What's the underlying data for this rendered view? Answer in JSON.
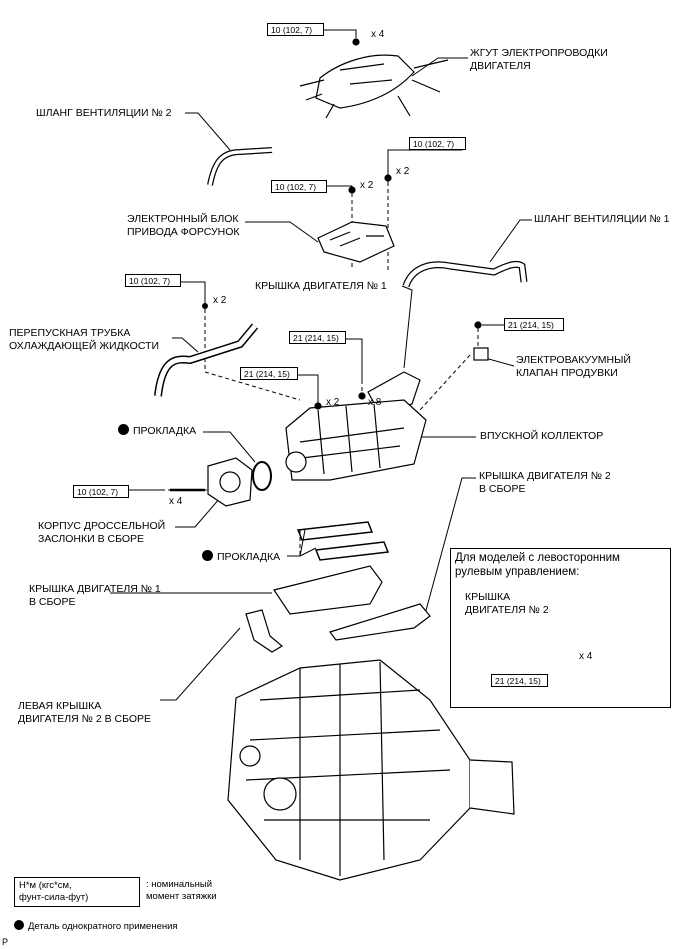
{
  "labels": {
    "harness": "ЖГУТ ЭЛЕКТРОПРОВОДКИ\nДВИГАТЕЛЯ",
    "vent_hose_2": "ШЛАНГ ВЕНТИЛЯЦИИ № 2",
    "injector_driver": "ЭЛЕКТРОННЫЙ БЛОК\nПРИВОДА ФОРСУНОК",
    "vent_hose_1": "ШЛАНГ ВЕНТИЛЯЦИИ № 1",
    "engine_cover_1": "КРЫШКА ДВИГАТЕЛЯ № 1",
    "bypass_pipe": "ПЕРЕПУСКНАЯ ТРУБКА\nОХЛАЖДАЮЩЕЙ ЖИДКОСТИ",
    "purge_vsv": "ЭЛЕКТРОВАКУУМНЫЙ\nКЛАПАН ПРОДУВКИ",
    "gasket_1": "ПРОКЛАДКА",
    "intake_manifold": "ВПУСКНОЙ КОЛЛЕКТОР",
    "engine_cover_2_assy": "КРЫШКА ДВИГАТЕЛЯ № 2\nВ СБОРЕ",
    "throttle_body": "КОРПУС ДРОССЕЛЬНОЙ\nЗАСЛОНКИ В СБОРЕ",
    "gasket_2": "ПРОКЛАДКА",
    "engine_cover_1_assy": "КРЫШКА ДВИГАТЕЛЯ № 1\nВ СБОРЕ",
    "lh_cover_2_assy": "ЛЕВАЯ КРЫШКА\nДВИГАТЕЛЯ № 2 В СБОРЕ",
    "inset_title": "Для моделей с левосторонним\nрулевым управлением:",
    "inset_part": "КРЫШКА\nДВИГАТЕЛЯ № 2"
  },
  "torques": {
    "harness_nut": "10 (102, 7)",
    "driver_nut": "10 (102, 7)",
    "driver_bolt": "10 (102, 7)",
    "bypass_bolt": "10 (102, 7)",
    "manifold_bolt": "21 (214, 15)",
    "vsv_bolt": "21 (214, 15)",
    "manifold_nut": "21 (214, 15)",
    "throttle_bolt": "10 (102, 7)",
    "inset_nut": "21 (214, 15)"
  },
  "quantities": {
    "harness": "x 4",
    "driver_nut": "x 2",
    "driver_bolt": "x 2",
    "bypass": "x 2",
    "manifold_nut": "x 2",
    "manifold_bolt": "x 8",
    "throttle": "x 4",
    "inset": "x 4"
  },
  "legend": {
    "torque_box": "Н*м (кгс*см,\nфунт-сила-фут)",
    "torque_desc": ": номинальный\nмомент затяжки",
    "non_reusable": "Деталь однократного применения"
  },
  "footer_code": "P"
}
